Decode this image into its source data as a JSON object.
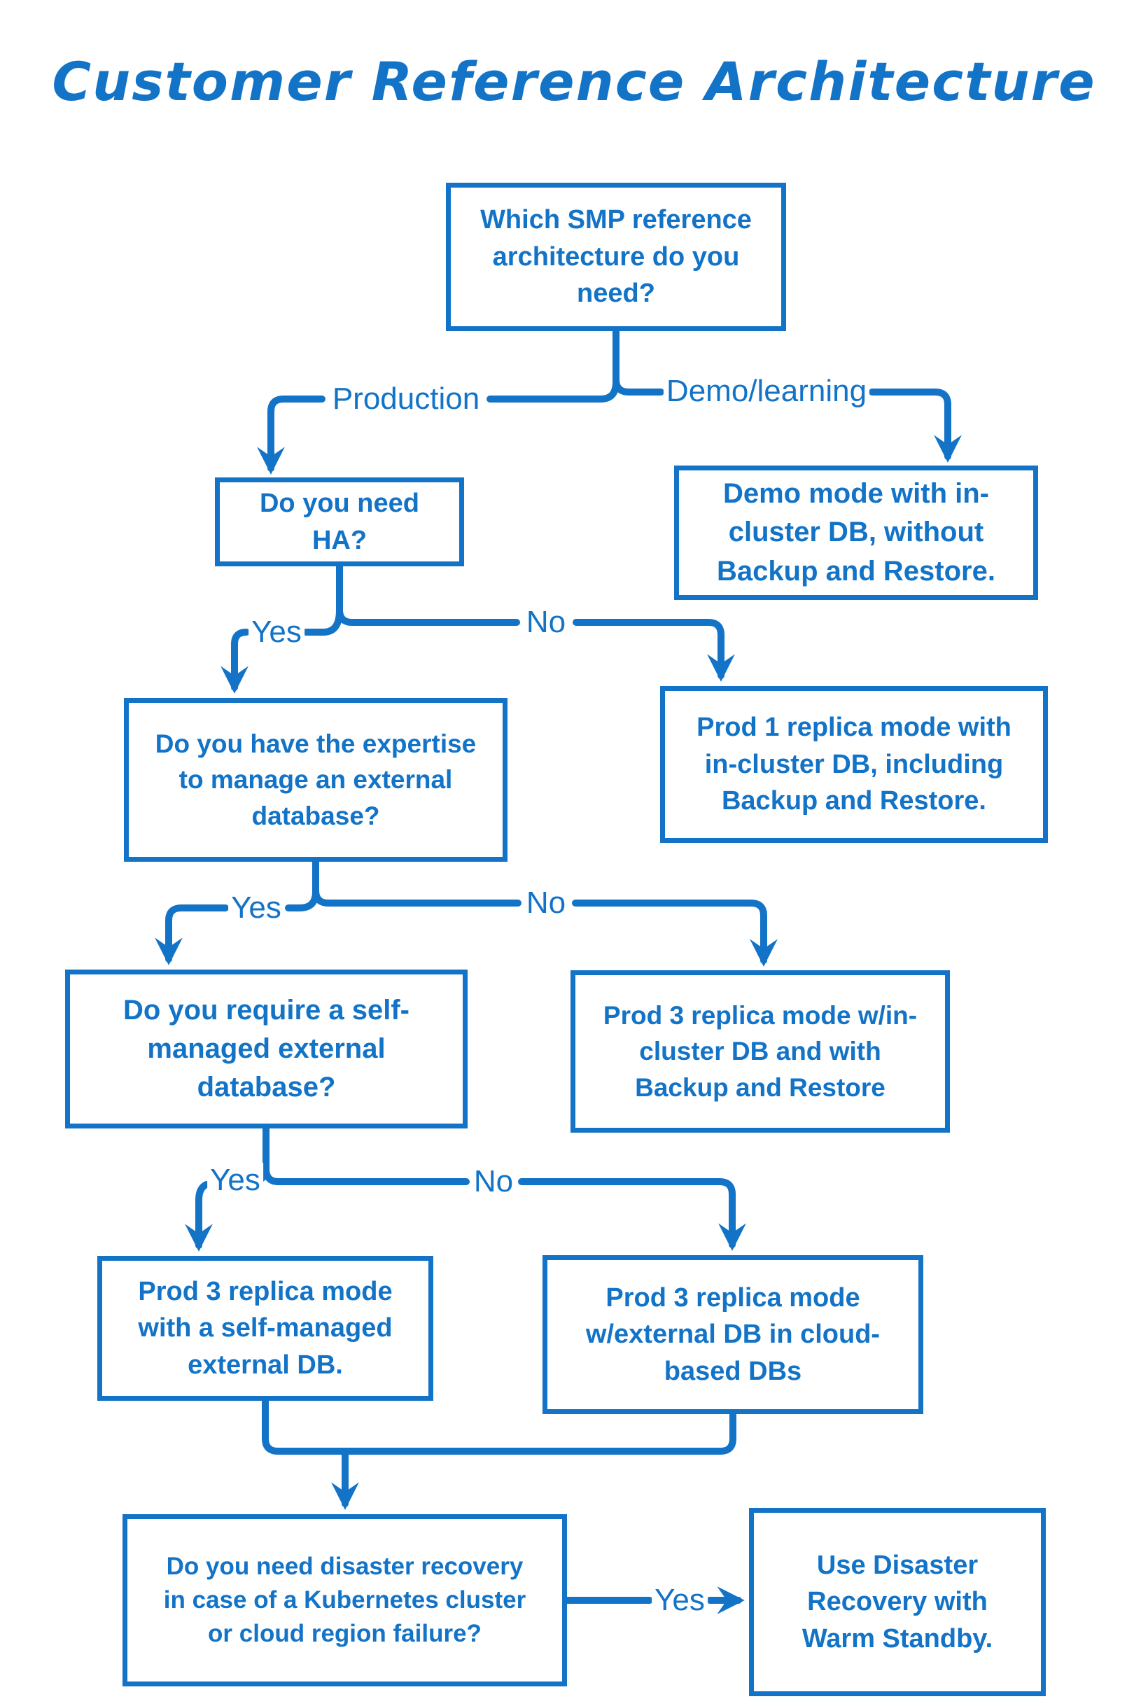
{
  "title": "Customer Reference Architecture",
  "theme": {
    "accent": "#1273C7",
    "background": "#FFFFFF"
  },
  "nodes": {
    "root": {
      "text": "Which SMP reference\narchitecture do you\nneed?"
    },
    "need_ha": {
      "text": "Do you need HA?"
    },
    "demo_mode": {
      "text": "Demo mode with in-\ncluster DB, without\nBackup and Restore."
    },
    "expertise": {
      "text": "Do you have the expertise\nto manage an external\ndatabase?"
    },
    "prod_1_replica": {
      "text": "Prod 1 replica mode with\nin-cluster DB, including\nBackup and Restore."
    },
    "self_managed_q": {
      "text": "Do you require a self-\nmanaged external\ndatabase?"
    },
    "prod_3_in_cluster": {
      "text": "Prod 3 replica mode w/in-\ncluster DB and with\nBackup and Restore"
    },
    "prod_3_self_managed": {
      "text": "Prod 3 replica mode\nwith a self-managed\nexternal DB."
    },
    "prod_3_cloud": {
      "text": "Prod 3 replica mode\nw/external DB in cloud-\nbased DBs"
    },
    "disaster_recovery_q": {
      "text": "Do you need disaster recovery\nin case of a Kubernetes cluster\nor cloud region failure?"
    },
    "warm_standby": {
      "text": "Use Disaster\nRecovery with\nWarm Standby."
    }
  },
  "edge_labels": {
    "root_production": "Production",
    "root_demo": "Demo/learning",
    "ha_yes": "Yes",
    "ha_no": "No",
    "expertise_yes": "Yes",
    "expertise_no": "No",
    "self_managed_yes": "Yes",
    "self_managed_no": "No",
    "disaster_yes": "Yes"
  }
}
